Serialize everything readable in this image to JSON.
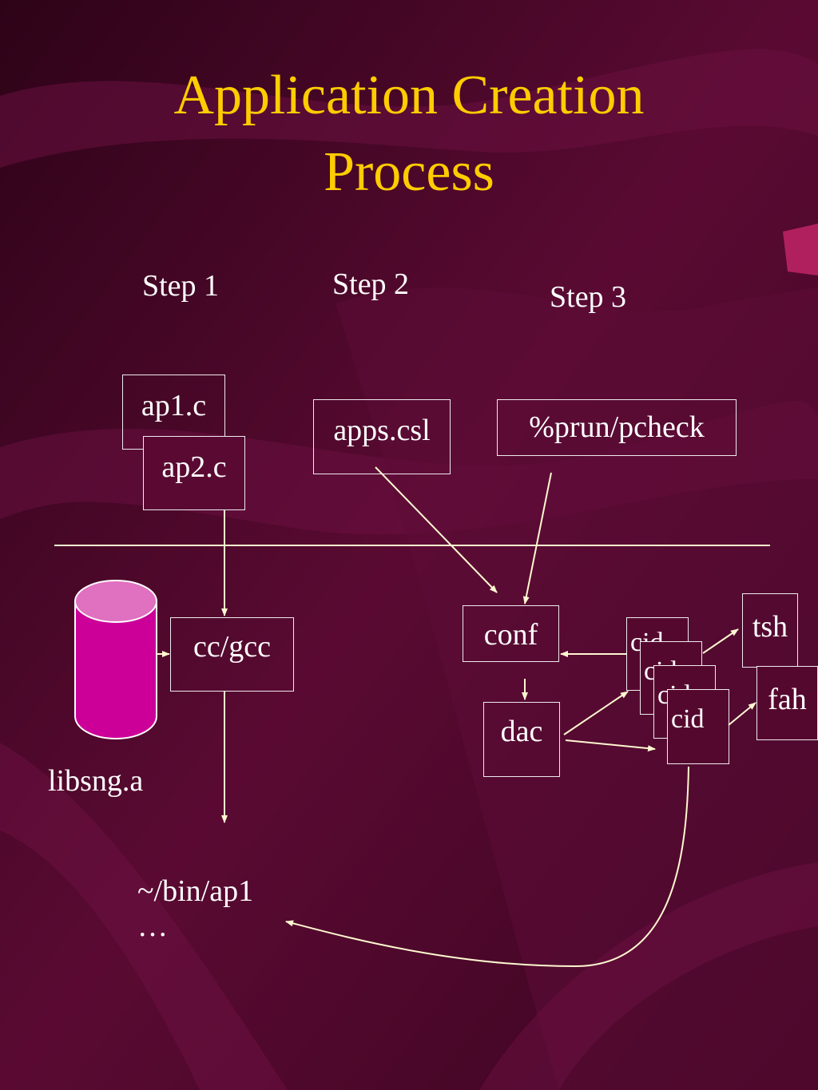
{
  "slide": {
    "title": "Application Creation Process",
    "steps": {
      "step1": "Step 1",
      "step2": "Step 2",
      "step3": "Step 3"
    },
    "files": {
      "ap1": "ap1.c",
      "ap2": "ap2.c",
      "apps": "apps.csl",
      "prun": "%prun/pcheck"
    },
    "tools": {
      "ccgcc": "cc/gcc",
      "conf": "conf",
      "dac": "dac"
    },
    "processes": {
      "cid": "cid",
      "tsh": "tsh",
      "fah": "fah"
    },
    "library": "libsng.a",
    "output": "~/bin/ap1 …"
  },
  "colors": {
    "background": "#4a0628",
    "title": "#ffcc00",
    "text": "#ffffff",
    "cylinder": "#cc0099",
    "line": "#fff8d0"
  }
}
